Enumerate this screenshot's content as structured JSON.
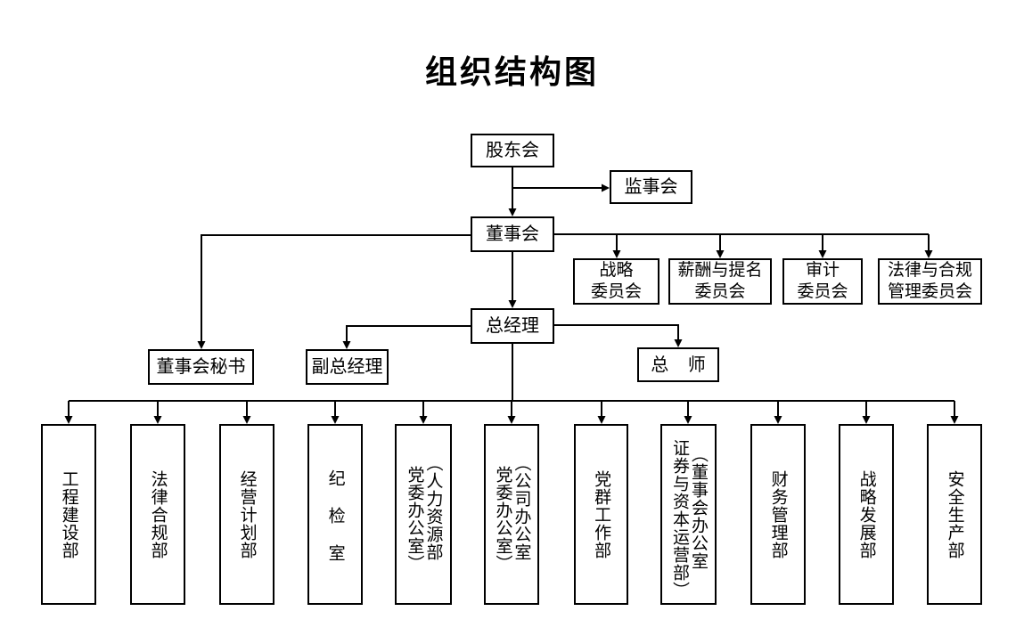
{
  "title": "组织结构图",
  "nodes": {
    "shareholders": "股东会",
    "supervisors": "监事会",
    "board": "董事会",
    "general_manager": "总经理",
    "board_secretary": "董事会秘书",
    "deputy_general_manager": "副总经理",
    "chief_engineer": "总 师"
  },
  "committees": [
    {
      "label": "战略\n委员会"
    },
    {
      "label": "薪酬与提名\n委员会"
    },
    {
      "label": "审计\n委员会"
    },
    {
      "label": "法律与合规\n管理委员会"
    }
  ],
  "departments": [
    {
      "label": "工程建设部",
      "columns": [
        "工程建设部"
      ]
    },
    {
      "label": "法律合规部",
      "columns": [
        "法律合规部"
      ]
    },
    {
      "label": "经营计划部",
      "columns": [
        "经营计划部"
      ]
    },
    {
      "label": "纪检室",
      "columns": [
        "纪检室"
      ]
    },
    {
      "label": "党委办公室（人力资源部）",
      "columns": [
        "党委办公室）",
        "（人力资源部"
      ]
    },
    {
      "label": "党委办公室（公司办公室）",
      "columns": [
        "党委办公室）",
        "（公司办公室"
      ]
    },
    {
      "label": "党群工作部",
      "columns": [
        "党群工作部"
      ]
    },
    {
      "label": "证券与资本运营部（董事会办公室）",
      "columns": [
        "证券与资本运营部）",
        "（董事会办公室"
      ]
    },
    {
      "label": "财务管理部",
      "columns": [
        "财务管理部"
      ]
    },
    {
      "label": "战略发展部",
      "columns": [
        "战略发展部"
      ]
    },
    {
      "label": "安全生产部",
      "columns": [
        "安全生产部"
      ]
    }
  ],
  "colors": {
    "background": "#ffffff",
    "line": "#000000",
    "box_border": "#000000",
    "text": "#000000"
  }
}
